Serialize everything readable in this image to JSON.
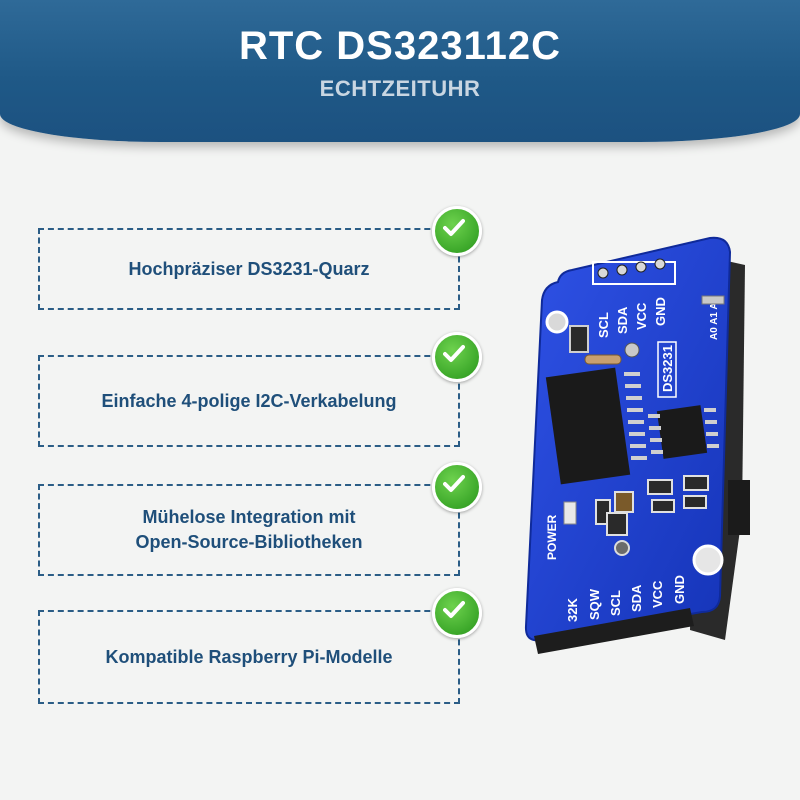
{
  "header": {
    "title": "RTC DS323112C",
    "subtitle": "ECHTZEITUHR"
  },
  "features": [
    {
      "text": "Hochpräziser DS3231-Quarz"
    },
    {
      "text": "Einfache 4-polige I2C-Verkabelung"
    },
    {
      "text": "Mühelose Integration mit\nOpen-Source-Bibliotheken"
    },
    {
      "text": "Kompatible Raspberry Pi-Modelle"
    }
  ],
  "board": {
    "top_pins": [
      "SCL",
      "SDA",
      "VCC",
      "GND"
    ],
    "address_label": "A0 A1 A2",
    "chip_label": "DS3231",
    "power_label": "POWER",
    "bottom_pins": [
      "32K",
      "SQW",
      "SCL",
      "SDA",
      "VCC",
      "GND"
    ],
    "colors": {
      "pcb": "#1e3fd0",
      "silk": "#ffffff",
      "check": "#3ca82a"
    }
  }
}
